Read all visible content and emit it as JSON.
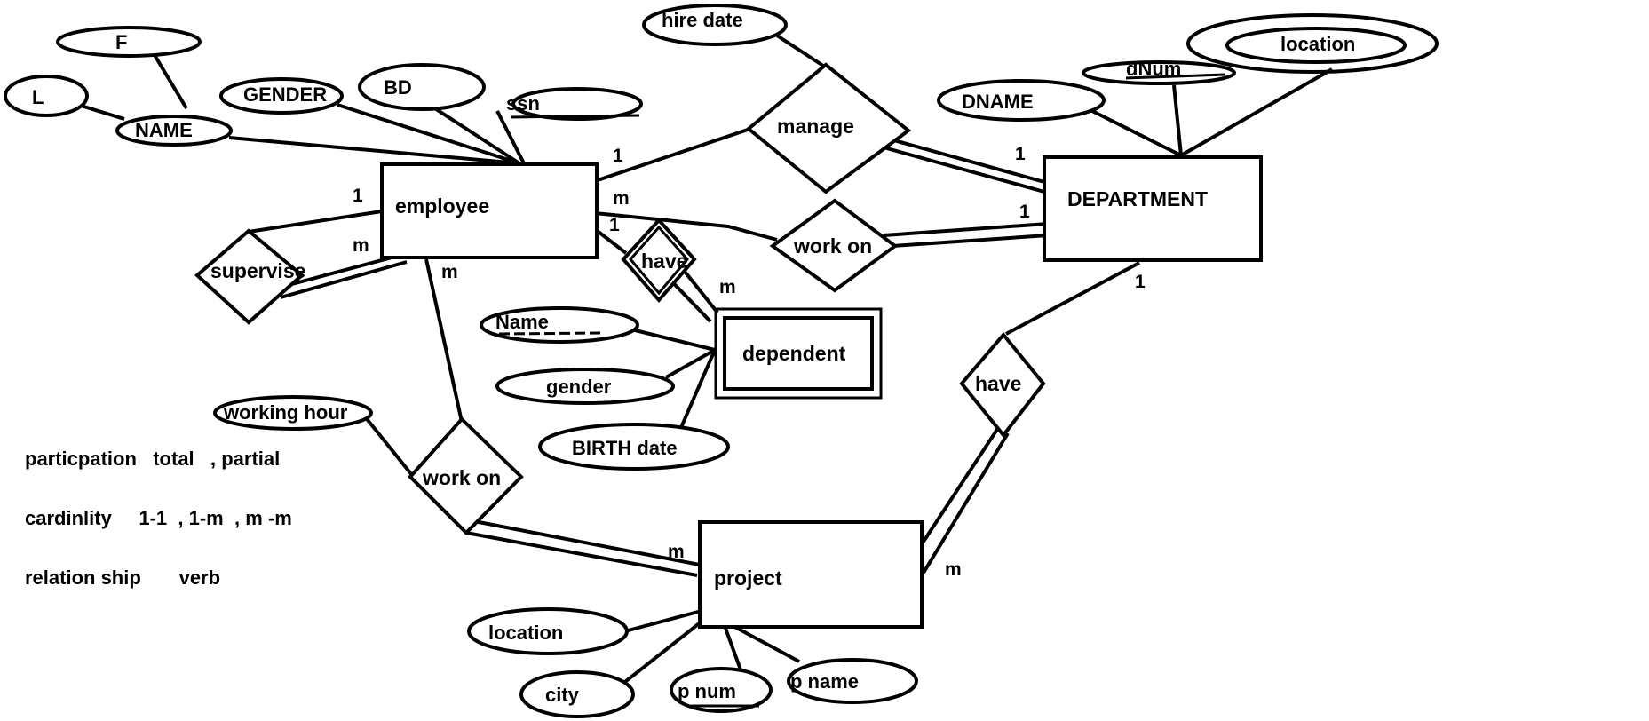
{
  "entities": {
    "employee": "employee",
    "department": "DEPARTMENT",
    "project": "project",
    "dependent": "dependent"
  },
  "relationships": {
    "manage": "manage",
    "work_on_dept": "work on",
    "have_dependent": "have",
    "supervise": "supervise",
    "work_on_project": "work on",
    "have_project": "have"
  },
  "attributes": {
    "f": "F",
    "l": "L",
    "name": "NAME",
    "gender": "GENDER",
    "bd": "BD",
    "ssn": "ssn",
    "hire_date": "hire date",
    "dname": "DNAME",
    "dnum": "dNum",
    "dept_location": "location",
    "dep_name": "Name",
    "dep_gender": "gender",
    "birth_date": "BIRTH date",
    "working_hour": "working hour",
    "proj_location": "location",
    "city": "city",
    "pnum": "p num",
    "pname": "p name"
  },
  "cardinalities": {
    "emp_manage": "1",
    "dept_manage": "1",
    "emp_work_on": "m",
    "dept_work_on": "1",
    "emp_have": "1",
    "dependent_have": "m",
    "supervise_top": "1",
    "supervise_bottom": "m",
    "emp_work_proj": "m",
    "proj_work_on": "m",
    "dept_have": "1",
    "proj_have": "m"
  },
  "notes": {
    "line1": "particpation   total   , partial",
    "line2": "cardinlity     1-1  , 1-m  , m -m",
    "line3": "relation ship       verb"
  }
}
